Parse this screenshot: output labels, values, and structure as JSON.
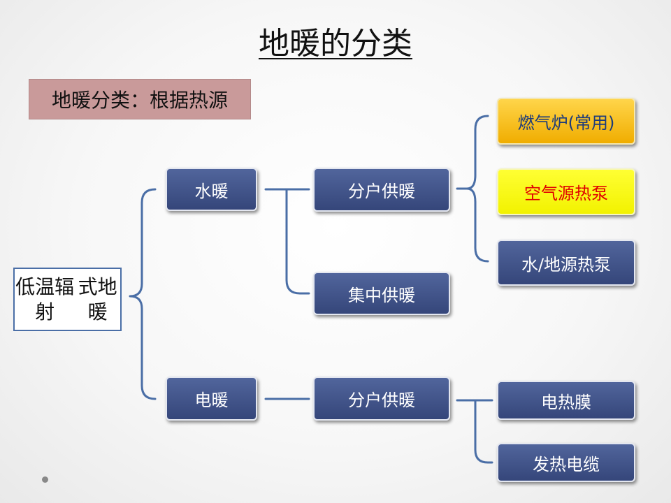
{
  "title": "地暖的分类",
  "subtitle": "地暖分类：根据热源",
  "root": "低温辐射式地暖",
  "nodes": {
    "water_heating": "水暖",
    "electric_heating": "电暖",
    "household_heating_water": "分户供暖",
    "central_heating": "集中供暖",
    "household_heating_electric": "分户供暖",
    "gas_furnace": "燃气炉(常用)",
    "air_source_heat_pump": "空气源热泵",
    "water_ground_source_heat_pump": "水/地源热泵",
    "electric_heating_film": "电热膜",
    "heating_cable": "发热电缆"
  },
  "colors": {
    "node_fill": "#3f5289",
    "connector": "#4a6ea6",
    "gold_fill": "#f5b800",
    "gold_text": "#1d3b7a",
    "yellow_fill": "#ffff00",
    "yellow_text": "#e00000",
    "subtitle_fill": "#c99a9a"
  }
}
